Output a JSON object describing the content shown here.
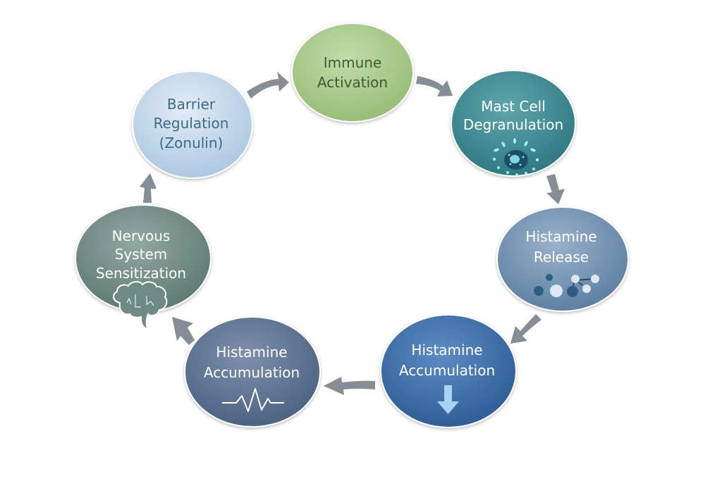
{
  "diagram": {
    "title": "",
    "type": "cycle",
    "nodes": [
      {
        "id": "immune",
        "lines": [
          "Immune",
          "Activation"
        ],
        "icon": "none",
        "color": "#a9c98c"
      },
      {
        "id": "mast",
        "lines": [
          "Mast Cell",
          "Degranulation"
        ],
        "icon": "mast-cell-icon",
        "color": "#3e8b92"
      },
      {
        "id": "release",
        "lines": [
          "Histamine",
          "Release"
        ],
        "icon": "molecule-icon",
        "color": "#6f8fae"
      },
      {
        "id": "accum1",
        "lines": [
          "Histamine",
          "Accumulation"
        ],
        "icon": "down-arrow-icon",
        "color": "#3c6aa3"
      },
      {
        "id": "accum2",
        "lines": [
          "Histamine",
          "Accumulation"
        ],
        "icon": "pulse-wave-icon",
        "color": "#5a6f8e"
      },
      {
        "id": "nervous",
        "lines": [
          "Nervous",
          "System",
          "Sensitization"
        ],
        "icon": "brain-icon",
        "color": "#6f8a84"
      },
      {
        "id": "barrier",
        "lines": [
          "Barrier",
          "Regulation",
          "(Zonulin)"
        ],
        "icon": "none",
        "color": "#c6d9ea"
      }
    ],
    "edges": [
      {
        "from": "barrier",
        "to": "immune"
      },
      {
        "from": "immune",
        "to": "mast"
      },
      {
        "from": "mast",
        "to": "release"
      },
      {
        "from": "release",
        "to": "accum1"
      },
      {
        "from": "accum1",
        "to": "accum2"
      },
      {
        "from": "accum2",
        "to": "nervous"
      },
      {
        "from": "nervous",
        "to": "barrier"
      }
    ],
    "arrow_color": "#868d95"
  }
}
